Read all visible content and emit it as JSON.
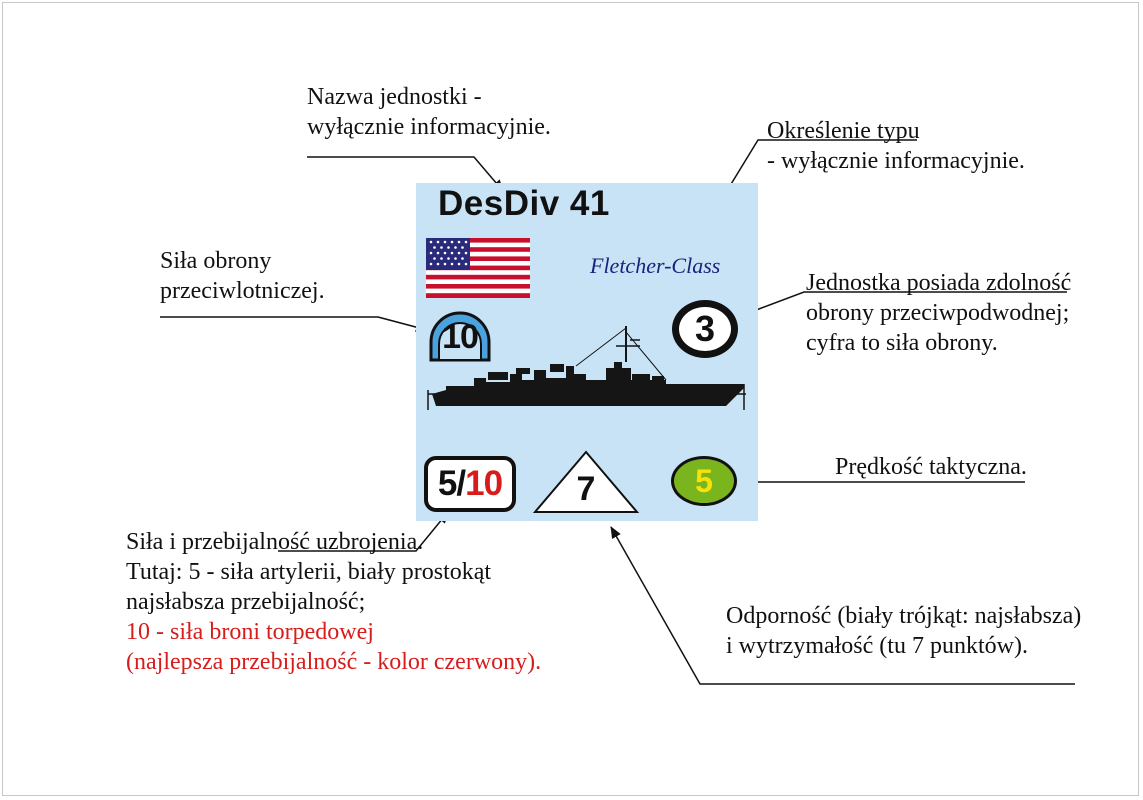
{
  "counter": {
    "unit_name": "DesDiv 41",
    "ship_type": "Fletcher-Class",
    "aa_value": "10",
    "asw_value": "3",
    "gun_strength": "5/",
    "torpedo_strength": "10",
    "durability": "7",
    "speed": "5",
    "colors": {
      "background": "#c9e3f6",
      "torpedo": "#d81c1c",
      "speed_fill": "#7ab51d",
      "speed_text": "#f6e20a",
      "aa_fill": "#4aa3df",
      "type_text": "#1a237e"
    }
  },
  "notes": {
    "unit_name": [
      "Nazwa jednostki -",
      "wyłącznie informacyjnie."
    ],
    "type": [
      "Określenie typu",
      "- wyłącznie informacyjnie."
    ],
    "aa": [
      "Siła obrony",
      "przeciwlotniczej."
    ],
    "asw": [
      "Jednostka posiada zdolność",
      "obrony przeciwpodwodnej;",
      "cyfra to siła obrony."
    ],
    "speed": [
      "Prędkość taktyczna."
    ],
    "armament": [
      "Siła i przebijalność uzbrojenia.",
      "Tutaj: 5 - siła artylerii, biały prostokąt",
      "najsłabsza przebijalność;",
      "10 - siła broni torpedowej",
      "(najlepsza przebijalność - kolor czerwony)."
    ],
    "durability": [
      "Odporność (biały trójkąt: najsłabsza)",
      "i wytrzymałość (tu 7 punktów)."
    ]
  }
}
